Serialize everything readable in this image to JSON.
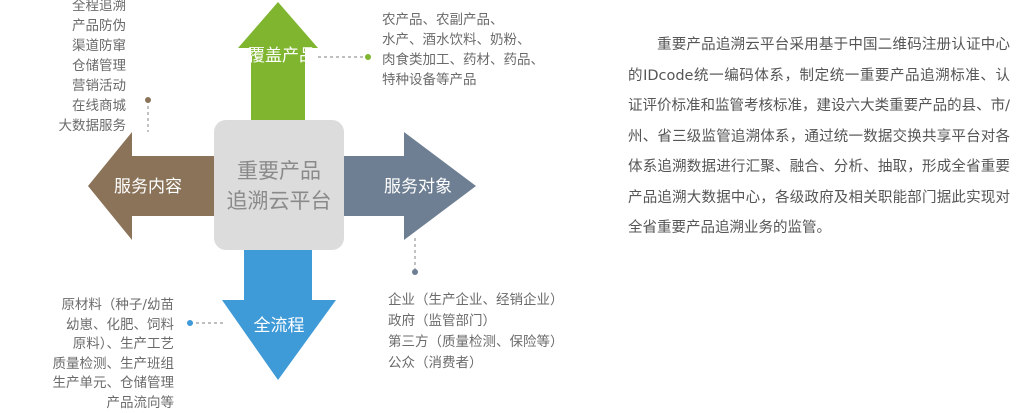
{
  "center": {
    "line1": "重要产品",
    "line2": "追溯云平台"
  },
  "arrows": {
    "up": {
      "label": "覆盖产品",
      "color": "#7fb52f"
    },
    "left": {
      "label": "服务内容",
      "color": "#8a7359"
    },
    "right": {
      "label": "服务对象",
      "color": "#6e7f93"
    },
    "down": {
      "label": "全流程",
      "color": "#3f9ad8"
    }
  },
  "center_color": "#dcdcdc",
  "lists": {
    "service_content": [
      "全程追溯",
      "产品防伪",
      "渠道防窜",
      "仓储管理",
      "营销活动",
      "在线商城",
      "大数据服务"
    ],
    "covered_products": [
      "农产品、农副产品、",
      "水产、酒水饮料、奶粉、",
      "肉食类加工、药材、药品、",
      "特种设备等产品"
    ],
    "service_targets": [
      "企业（生产企业、经销企业）",
      "政府（监管部门）",
      "第三方（质量检测、保险等）",
      "公众（消费者）"
    ],
    "full_process": [
      "原材料（种子/幼苗",
      "幼崽、化肥、饲料",
      "原料）、生产工艺",
      "质量检测、生产班组",
      "生产单元、仓储管理",
      "产品流向等"
    ]
  },
  "description": "重要产品追溯云平台采用基于中国二维码注册认证中心的IDcode统一编码体系，制定统一重要产品追溯标准、认证评价标准和监管考核标准，建设六大类重要产品的县、市/州、省三级监管追溯体系，通过统一数据交换共享平台对各体系追溯数据进行汇聚、融合、分析、抽取，形成全省重要产品追溯大数据中心，各级政府及相关职能部门据此实现对全省重要产品追溯业务的监管。"
}
